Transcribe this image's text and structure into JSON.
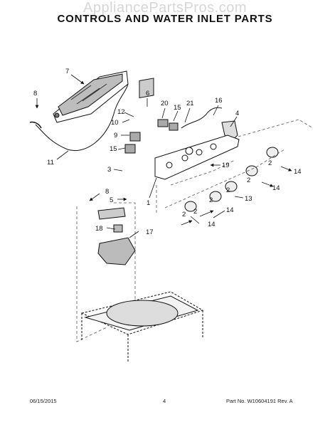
{
  "watermark": "AppliancePartsPros.com",
  "title": "CONTROLS AND WATER INLET PARTS",
  "callouts": {
    "c7": "7",
    "c8a": "8",
    "c6": "6",
    "c12": "12",
    "c10": "10",
    "c20": "20",
    "c15a": "15",
    "c21": "21",
    "c16": "16",
    "c4": "4",
    "c9": "9",
    "c15b": "15",
    "c11": "11",
    "c3": "3",
    "c8b": "8",
    "c5": "5",
    "c1": "1",
    "c19": "19",
    "c2a": "2",
    "c14a": "14",
    "c2b": "2",
    "c14b": "14",
    "c2c": "2",
    "c13": "13",
    "c2d": "2",
    "c2e": "2",
    "c14c": "14",
    "c2f": "2",
    "c14d": "14",
    "c18": "18",
    "c17": "17"
  },
  "footer": {
    "date": "06/15/2015",
    "page": "4",
    "part": "Part No. W10604191  Rev. A"
  }
}
